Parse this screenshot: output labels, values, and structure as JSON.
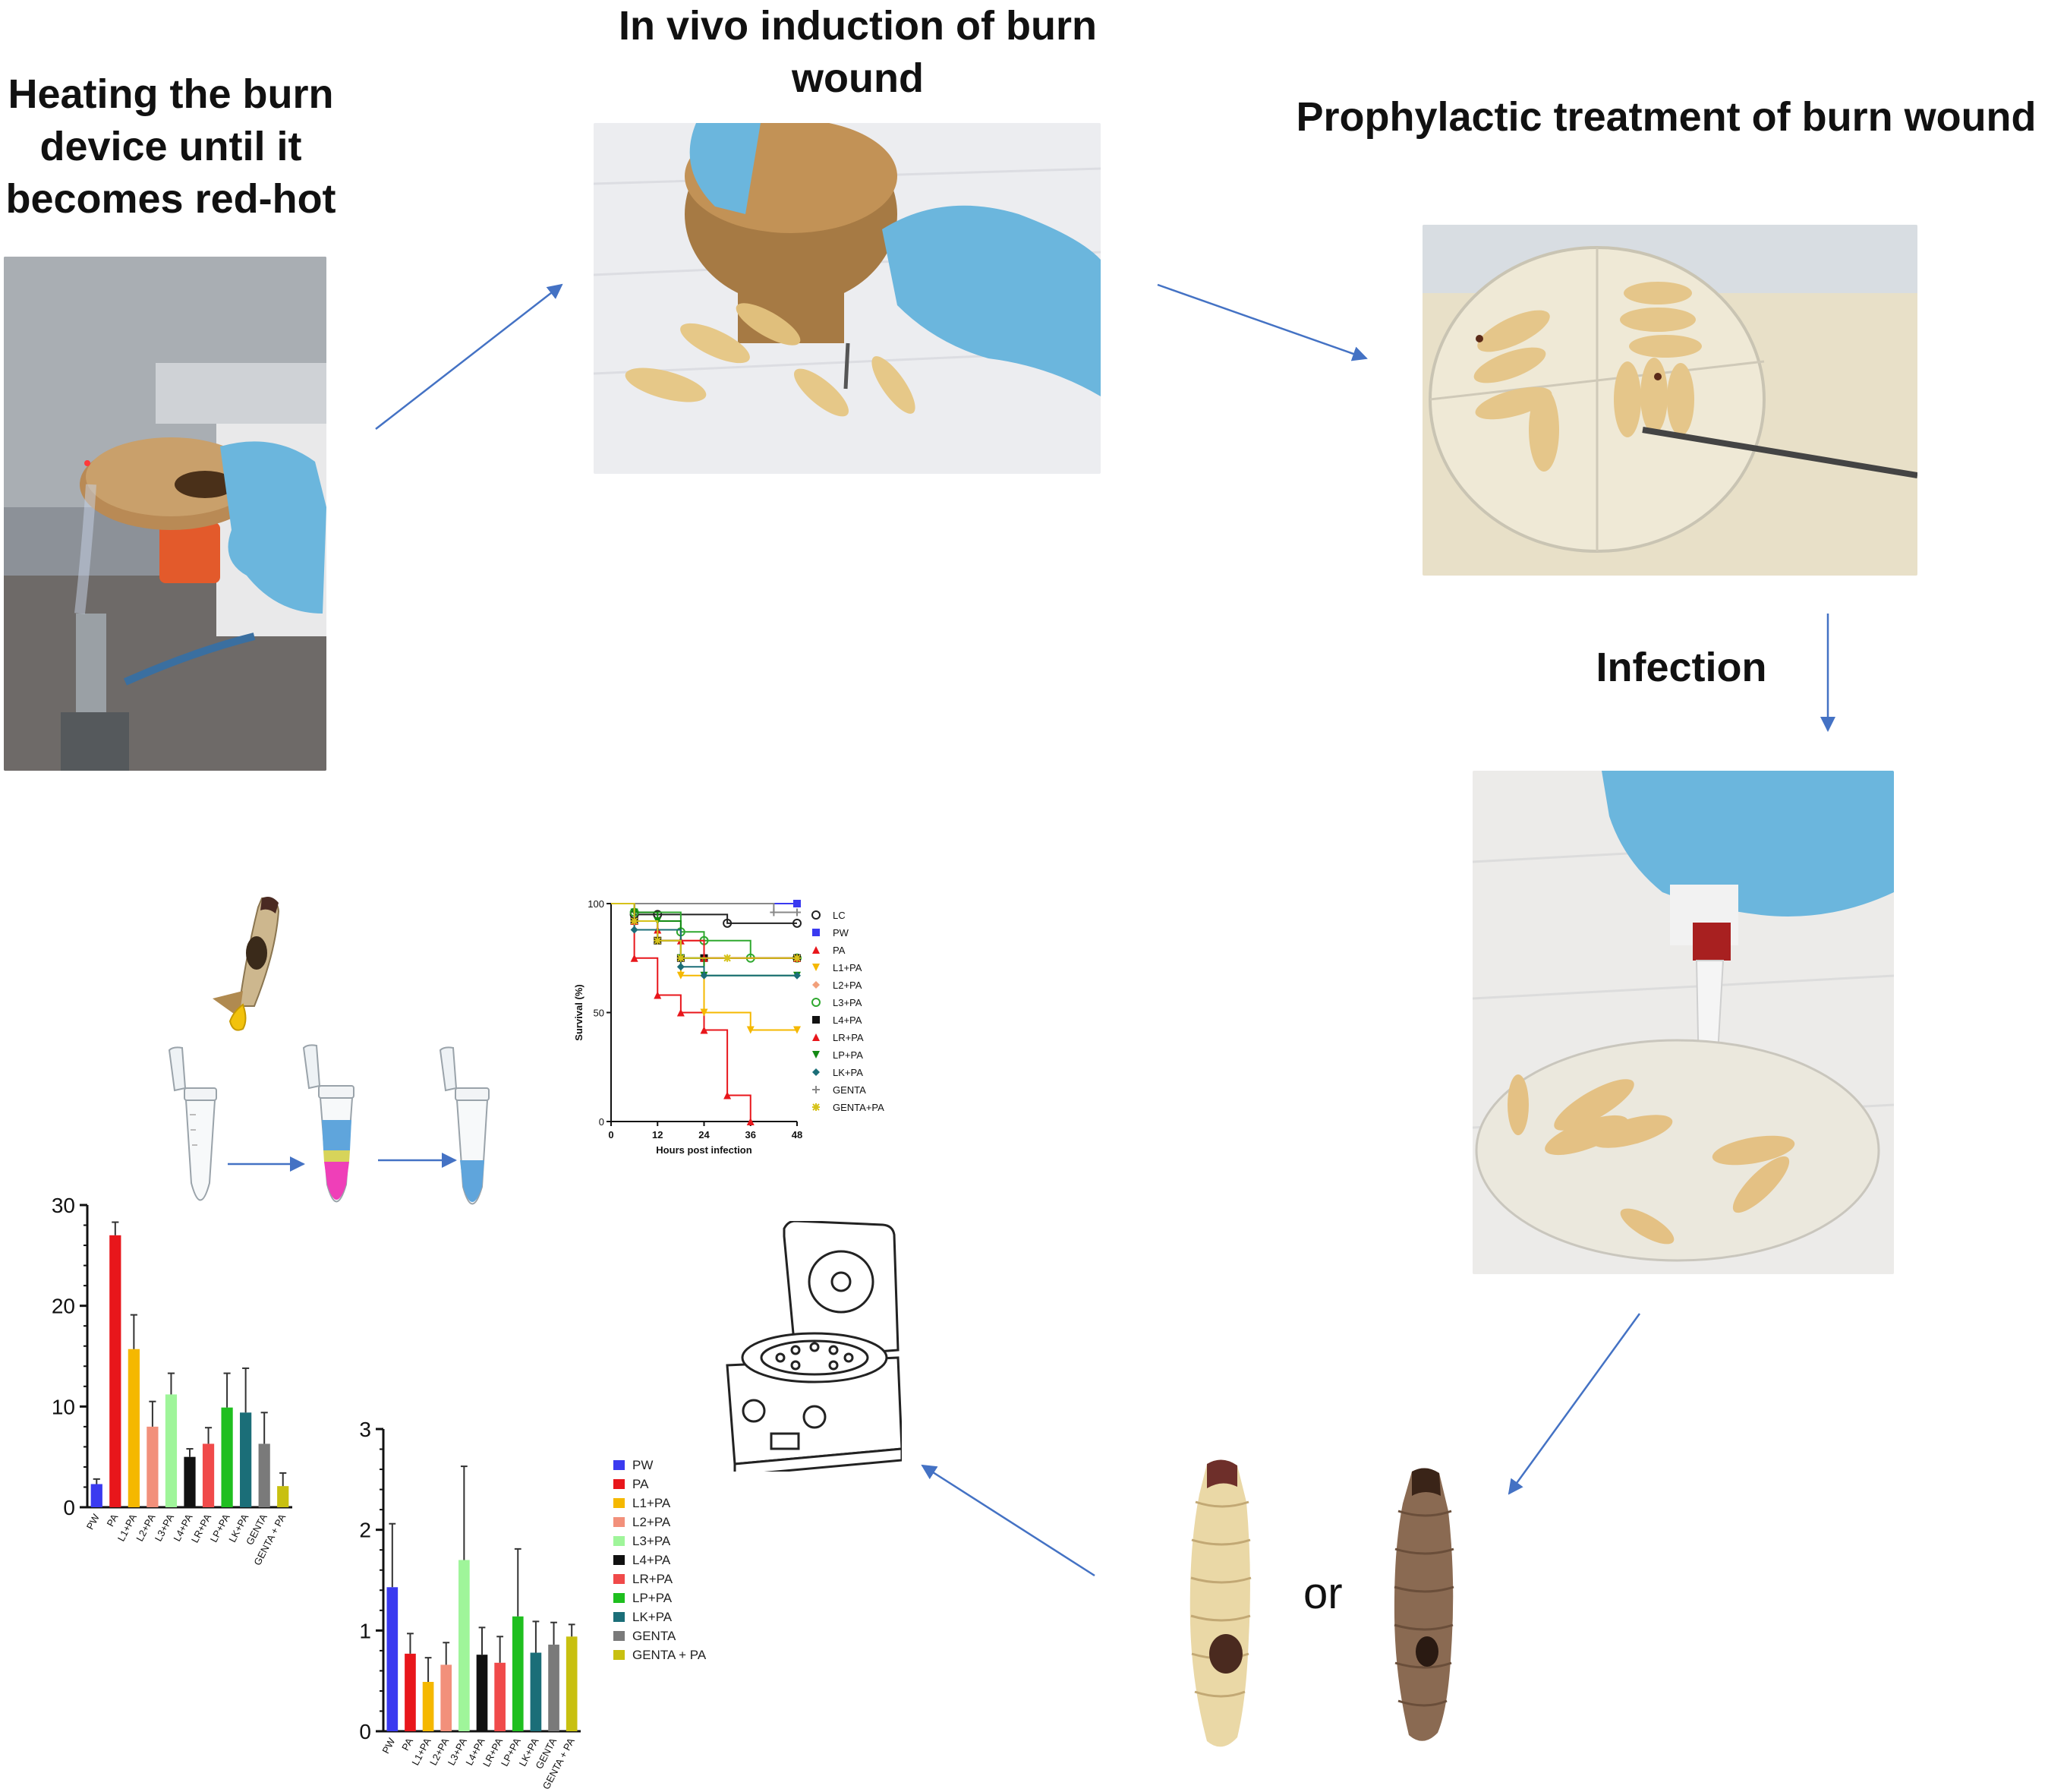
{
  "steps": {
    "heating": "Heating the burn device until it becomes red-hot",
    "induction": "In vivo induction of burn wound",
    "prophylactic": "Prophylactic treatment of burn wound",
    "infection": "Infection"
  },
  "or_label": "or",
  "survival_chart": {
    "type": "line",
    "ylabel": "Survival (%)",
    "xlabel": "Hours post infection",
    "xlim": [
      0,
      48
    ],
    "ylim": [
      0,
      100
    ],
    "xticks": [
      "0",
      "12",
      "24",
      "36",
      "48"
    ],
    "yticks": [
      "0",
      "50",
      "100"
    ],
    "series": [
      {
        "name": "LC",
        "color": "#222222",
        "marker": "o",
        "x": [
          0,
          6,
          12,
          30,
          48
        ],
        "y": [
          100,
          95,
          95,
          91,
          91
        ]
      },
      {
        "name": "PW",
        "color": "#3a3af0",
        "marker": "s",
        "x": [
          0,
          48
        ],
        "y": [
          100,
          100
        ]
      },
      {
        "name": "PA",
        "color": "#e8161b",
        "marker": "^",
        "x": [
          0,
          6,
          12,
          18,
          24,
          30,
          36
        ],
        "y": [
          100,
          75,
          58,
          50,
          42,
          12,
          0
        ]
      },
      {
        "name": "L1+PA",
        "color": "#f5b800",
        "marker": "v",
        "x": [
          0,
          6,
          12,
          18,
          24,
          36,
          48
        ],
        "y": [
          100,
          92,
          83,
          67,
          50,
          42,
          42
        ]
      },
      {
        "name": "L2+PA",
        "color": "#f2a07b",
        "marker": "d",
        "x": [
          0,
          6,
          12,
          24,
          48
        ],
        "y": [
          100,
          92,
          83,
          75,
          75
        ]
      },
      {
        "name": "L3+PA",
        "color": "#2fa82f",
        "marker": "o",
        "x": [
          0,
          6,
          18,
          24,
          36,
          48
        ],
        "y": [
          100,
          96,
          87,
          83,
          75,
          75
        ]
      },
      {
        "name": "L4+PA",
        "color": "#111111",
        "marker": "s",
        "x": [
          0,
          6,
          12,
          18,
          24,
          48
        ],
        "y": [
          100,
          92,
          83,
          75,
          75,
          75
        ]
      },
      {
        "name": "LR+PA",
        "color": "#e8161b",
        "marker": "^",
        "x": [
          0,
          6,
          12,
          18,
          24,
          48
        ],
        "y": [
          100,
          92,
          88,
          83,
          75,
          75
        ]
      },
      {
        "name": "LP+PA",
        "color": "#138a13",
        "marker": "v",
        "x": [
          0,
          6,
          12,
          18,
          24,
          48
        ],
        "y": [
          100,
          96,
          92,
          75,
          67,
          67
        ]
      },
      {
        "name": "LK+PA",
        "color": "#1b6e78",
        "marker": "d",
        "x": [
          0,
          6,
          18,
          24,
          48
        ],
        "y": [
          100,
          88,
          71,
          67,
          67
        ]
      },
      {
        "name": "GENTA",
        "color": "#888888",
        "marker": "+",
        "x": [
          0,
          42,
          48
        ],
        "y": [
          100,
          96,
          96
        ]
      },
      {
        "name": "GENTA+PA",
        "color": "#d6c21a",
        "marker": "*",
        "x": [
          0,
          6,
          12,
          18,
          30,
          48
        ],
        "y": [
          100,
          92,
          83,
          75,
          75,
          75
        ]
      }
    ]
  },
  "chart_data": [
    {
      "type": "bar",
      "categories": [
        "PW",
        "PA",
        "L1+PA",
        "L2+PA",
        "L3+PA",
        "L4+PA",
        "LR+PA",
        "LP+PA",
        "LK+PA",
        "GENTA",
        "GENTA + PA"
      ],
      "values": [
        2.3,
        27,
        15.7,
        8,
        11.2,
        5,
        6.3,
        9.9,
        9.4,
        6.3,
        2.1
      ],
      "errors": [
        0.5,
        1.3,
        3.4,
        2.5,
        2.1,
        0.8,
        1.6,
        3.4,
        4.4,
        3.1,
        1.3
      ],
      "colors": [
        "#3a3af0",
        "#e8161b",
        "#f5b800",
        "#f2907b",
        "#9ff59a",
        "#111111",
        "#f04a4a",
        "#1fbf1f",
        "#1b6e78",
        "#7a7a7a",
        "#c8c010"
      ],
      "ylim": [
        0,
        30
      ],
      "yticks": [
        "0",
        "10",
        "20",
        "30"
      ]
    },
    {
      "type": "bar",
      "categories": [
        "PW",
        "PA",
        "L1+PA",
        "L2+PA",
        "L3+PA",
        "L4+PA",
        "LR+PA",
        "LP+PA",
        "LK+PA",
        "GENTA",
        "GENTA + PA"
      ],
      "values": [
        1.43,
        0.77,
        0.49,
        0.66,
        1.7,
        0.76,
        0.68,
        1.14,
        0.78,
        0.86,
        0.94
      ],
      "errors": [
        0.63,
        0.2,
        0.24,
        0.22,
        0.93,
        0.27,
        0.26,
        0.67,
        0.31,
        0.22,
        0.12
      ],
      "colors": [
        "#3a3af0",
        "#e8161b",
        "#f5b800",
        "#f2907b",
        "#9ff59a",
        "#111111",
        "#f04a4a",
        "#1fbf1f",
        "#1b6e78",
        "#7a7a7a",
        "#c8c010"
      ],
      "ylim": [
        0,
        3
      ],
      "yticks": [
        "0",
        "1",
        "2",
        "3"
      ],
      "legend": [
        "PW",
        "PA",
        "L1+PA",
        "L2+PA",
        "L3+PA",
        "L4+PA",
        "LR+PA",
        "LP+PA",
        "LK+PA",
        "GENTA",
        "GENTA + PA"
      ],
      "legend_position": "right"
    }
  ]
}
